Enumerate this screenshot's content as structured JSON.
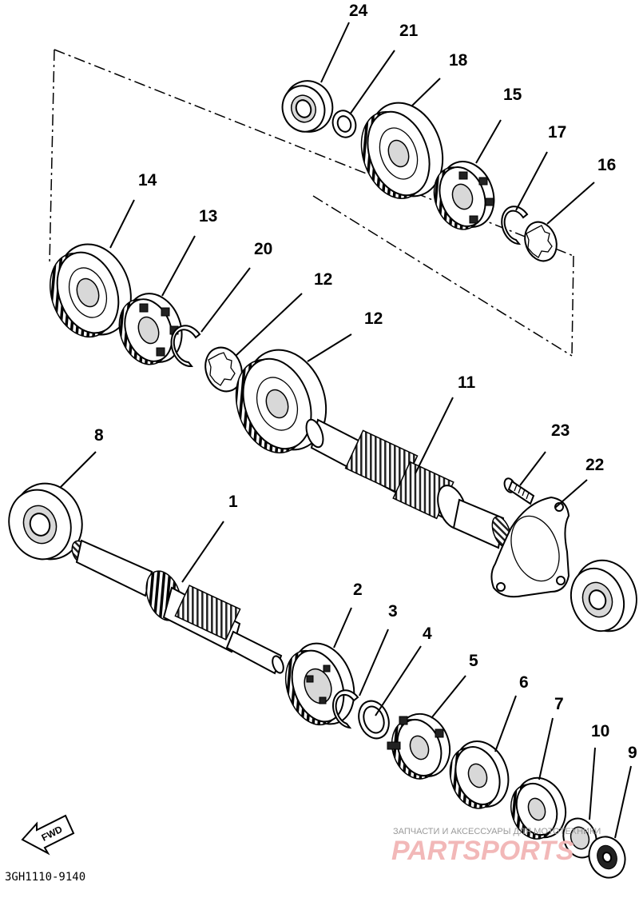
{
  "diagram_code": "3GH1110-9140",
  "direction_label": "FWD",
  "watermark": {
    "line1": "ЗАПЧАСТИ И АКСЕССУАРЫ ДЛЯ МОТОТЕХНИКИ",
    "brand": "PARTSPORTS"
  },
  "callouts": {
    "n1": "1",
    "n2": "2",
    "n3": "3",
    "n4": "4",
    "n5": "5",
    "n6": "6",
    "n7": "7",
    "n8": "8",
    "n9": "9",
    "n10": "10",
    "n11": "11",
    "n12a": "12",
    "n12b": "12",
    "n13": "13",
    "n14": "14",
    "n15": "15",
    "n16": "16",
    "n17": "17",
    "n18": "18",
    "n20": "20",
    "n21": "21",
    "n22": "22",
    "n23": "23",
    "n24": "24"
  }
}
